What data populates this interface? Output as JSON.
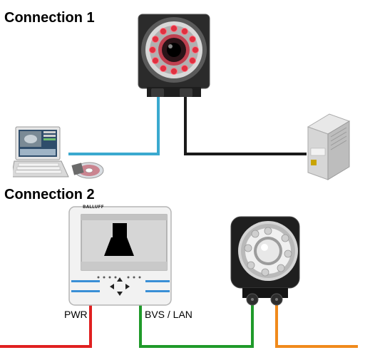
{
  "headings": {
    "connection1": "Connection 1",
    "connection2": "Connection 2"
  },
  "labels": {
    "pwr": "PWR",
    "bvs_lan": "BVS / LAN"
  },
  "devices": {
    "smart_camera": "smart-camera-ring-light",
    "laptop": "laptop-pc",
    "cd": "software-disc",
    "power_supply": "power-supply-unit",
    "display_unit": "display-controller-unit",
    "camera_2": "smart-camera-round"
  },
  "display_unit": {
    "brand": "BALLUFF"
  },
  "colors": {
    "ethernet_cable": "#3aa9cf",
    "power_cable_black": "#1a1a1a",
    "pwr_cable": "#e02020",
    "bvs_lan_cable": "#1f9a2a",
    "orange_cable": "#f08a1c",
    "ring_light": "#e03040"
  }
}
